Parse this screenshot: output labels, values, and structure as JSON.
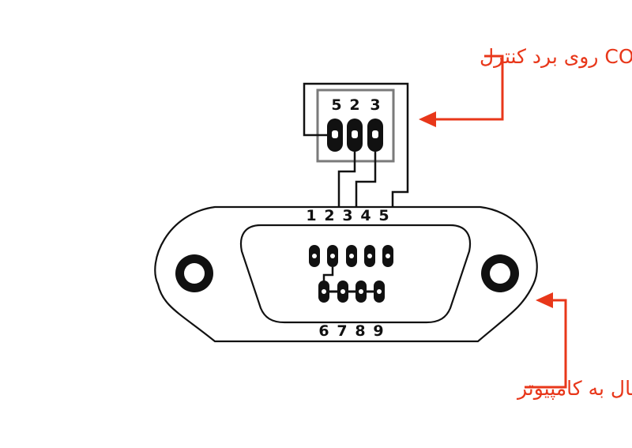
{
  "labels": {
    "top": "محل اتصال کابل COMPORT روی برد کنترل",
    "bottom": "سوکت مادگی comport جهت اتصال به کامپیوتر"
  },
  "header": {
    "pins": [
      "5",
      "2",
      "3"
    ]
  },
  "db9": {
    "top_row": [
      "1",
      "2",
      "3",
      "4",
      "5"
    ],
    "bottom_row": [
      "6",
      "7",
      "8",
      "9"
    ]
  },
  "colors": {
    "arrow": "#e8371a",
    "ink": "#111111",
    "header_border": "#7a7a7a"
  }
}
